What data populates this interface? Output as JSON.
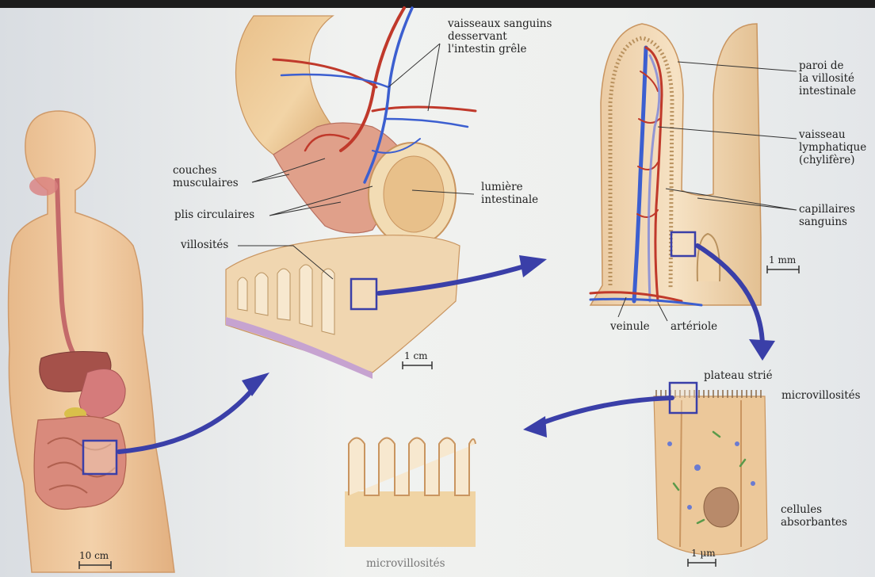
{
  "labels": {
    "vaisseaux": "vaisseaux sanguins\ndesservant\nl'intestin grêle",
    "couches": "couches\nmusculaires",
    "plis": "plis circulaires",
    "lumiere": "lumière\nintestinale",
    "villosites": "villosités",
    "paroi": "paroi de\nla villosité\nintestinale",
    "vaisseau_lymph": "vaisseau\nlymphatique\n(chylifère)",
    "capillaires": "capillaires\nsanguins",
    "veinule": "veinule",
    "arteriole": "artériole",
    "plateau": "plateau strié",
    "microvillosites_top": "microvillosités",
    "cellules": "cellules\nabsorbantes",
    "microvillosites_bottom": "microvillosités"
  },
  "scales": {
    "body": "10 cm",
    "intestine": "1 cm",
    "villus": "1 mm",
    "cell": "1 µm"
  },
  "colors": {
    "arrow": "#3a3fa8",
    "artery": "#c0392b",
    "vein": "#3c5fd0",
    "tissue": "#e8c89a",
    "muscle": "#d98c74"
  }
}
